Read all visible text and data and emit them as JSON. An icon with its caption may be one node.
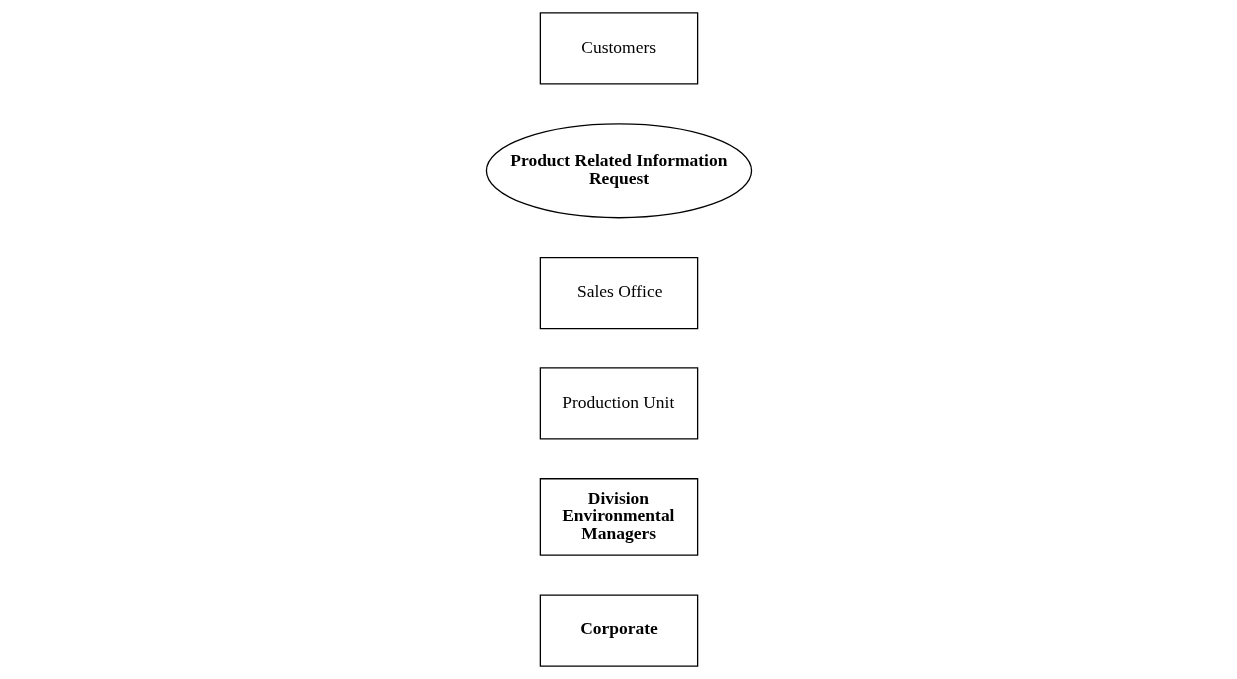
{
  "diagram": {
    "nodes": [
      {
        "text": [
          "Corporate"
        ]
      },
      {
        "text": [
          "Division Environmental Managers"
        ]
      },
      {
        "text": [
          "Production Unit"
        ]
      },
      {
        "text": [
          "Sales Office"
        ]
      },
      {
        "text": [
          "Product Related Information Request"
        ]
      },
      {
        "text": [
          "Customers"
        ]
      }
    ],
    "edges": []
  }
}
